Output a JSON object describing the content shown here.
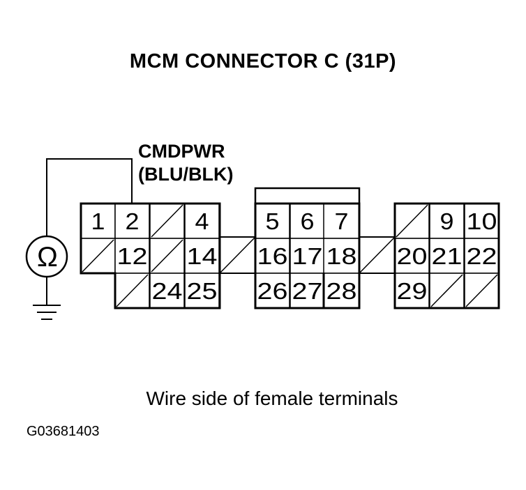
{
  "title": "MCM CONNECTOR C (31P)",
  "wire": {
    "signal": "CMDPWR",
    "color": "(BLU/BLK)"
  },
  "meter_symbol": "Ω",
  "caption": "Wire side of female terminals",
  "figure_id": "G03681403",
  "terminals": {
    "t1": "1",
    "t2": "2",
    "t4": "4",
    "t5": "5",
    "t6": "6",
    "t7": "7",
    "t9": "9",
    "t10": "10",
    "t12": "12",
    "t14": "14",
    "t16": "16",
    "t17": "17",
    "t18": "18",
    "t20": "20",
    "t21": "21",
    "t22": "22",
    "t24": "24",
    "t25": "25",
    "t26": "26",
    "t27": "27",
    "t28": "28",
    "t29": "29"
  }
}
